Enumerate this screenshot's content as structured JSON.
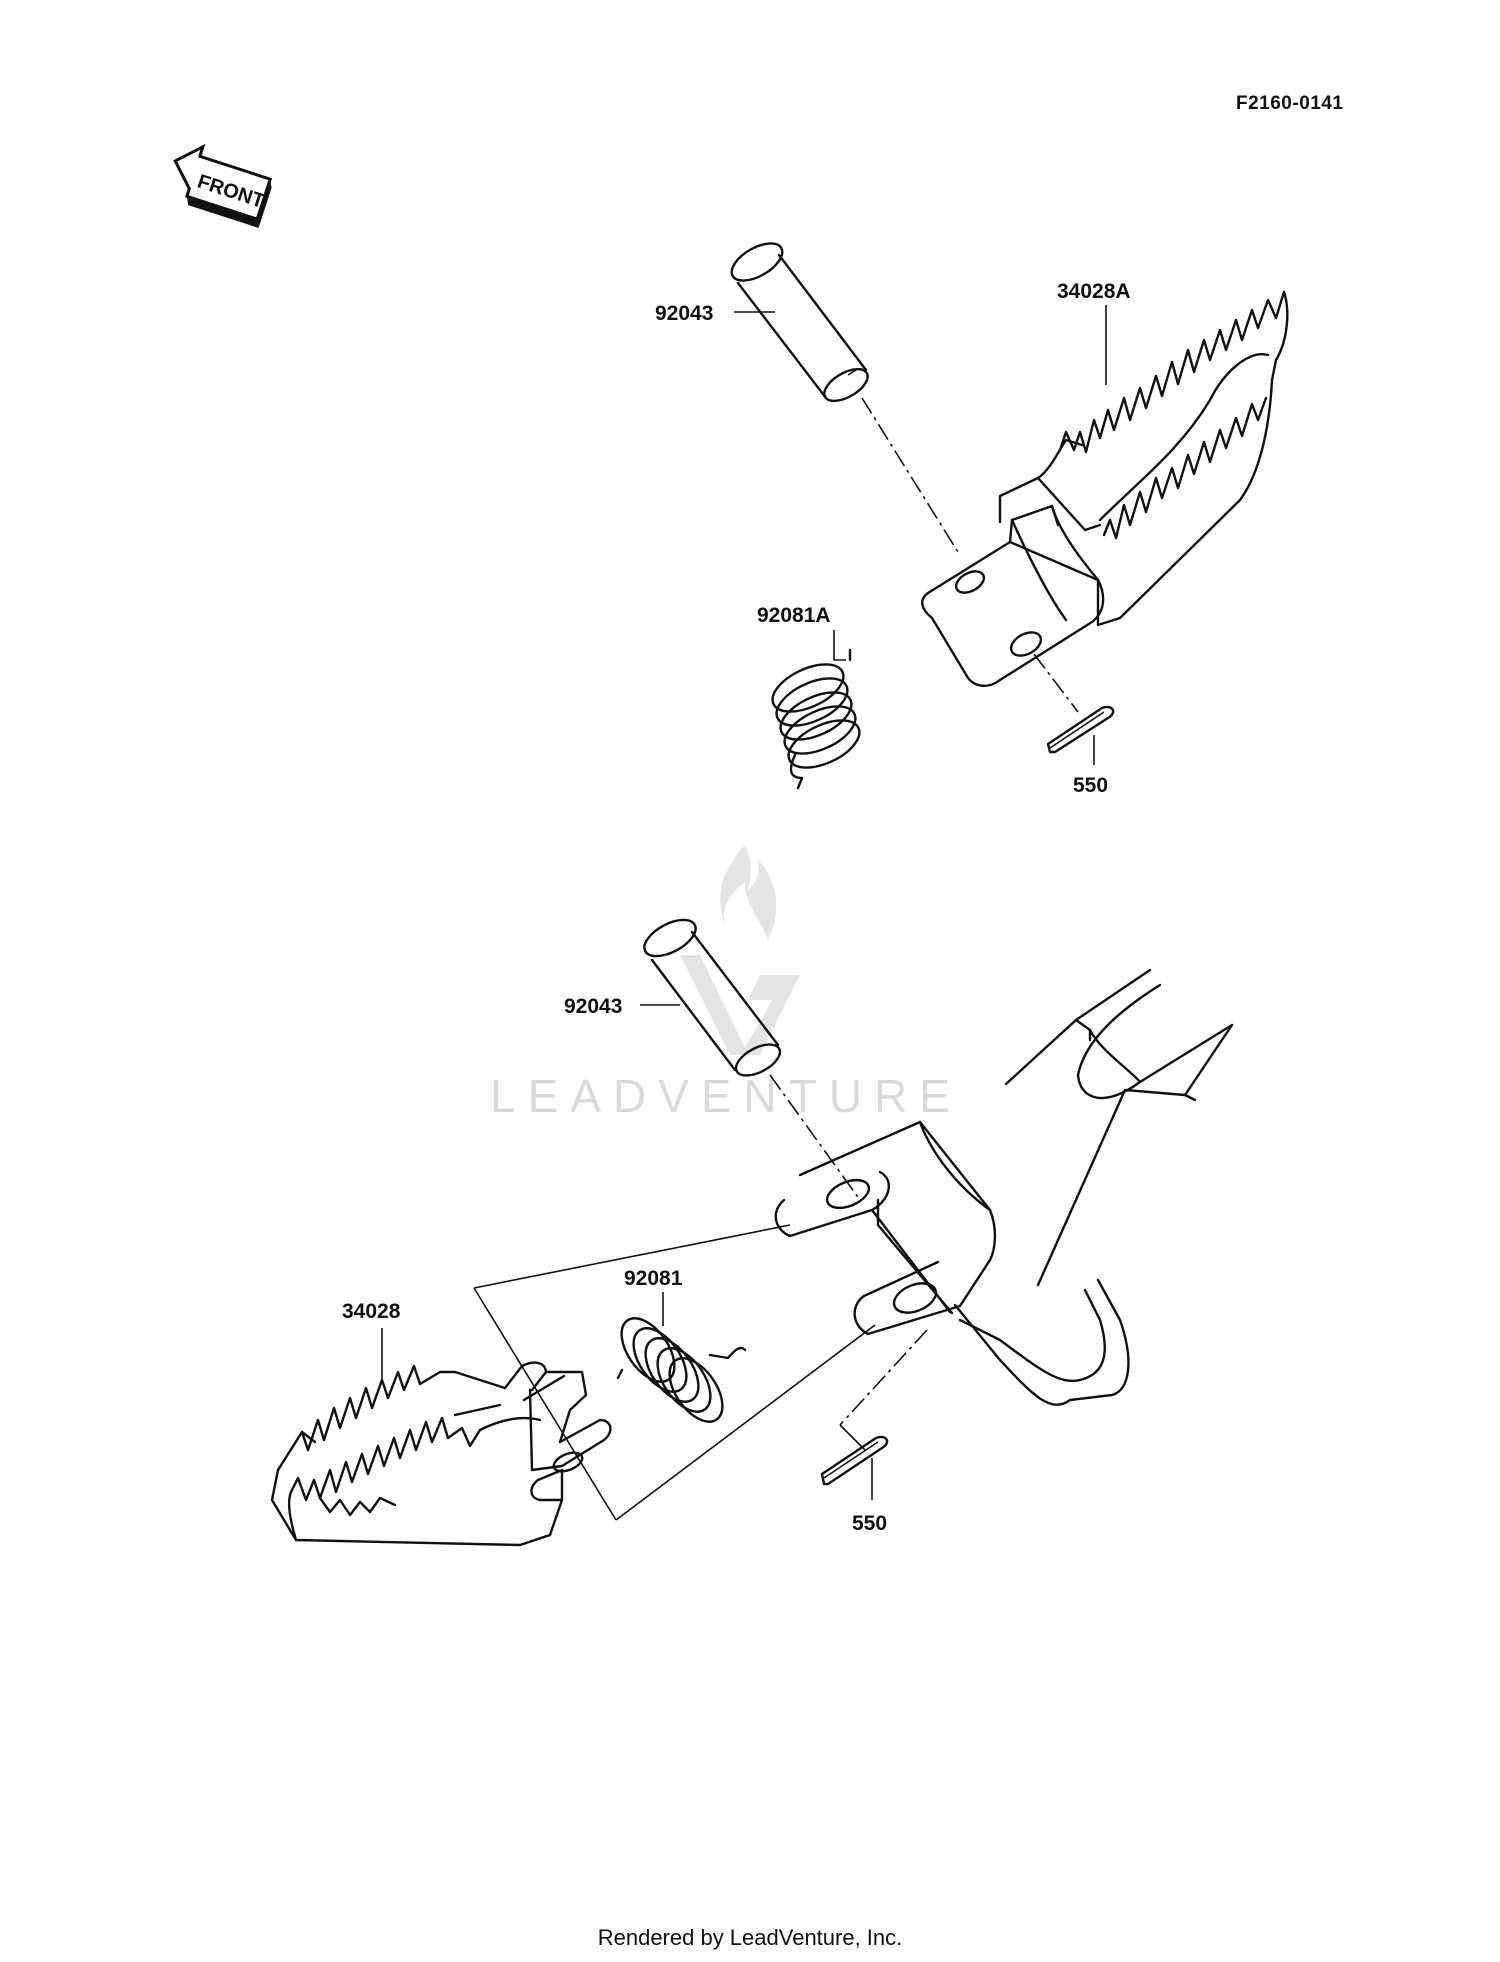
{
  "document": {
    "diagram_id": "F2160-0141",
    "footer": "Rendered by LeadVenture, Inc."
  },
  "orientation": {
    "label": "FRONT",
    "icon": "front-arrow-icon"
  },
  "watermark": {
    "text": "LEADVENTURE",
    "icon": "flame-v-logo"
  },
  "upper_assembly": {
    "pin": "92043",
    "footpeg": "34028A",
    "spring": "92081A",
    "cotter_pin": "550"
  },
  "lower_assembly": {
    "pin": "92043",
    "footpeg": "34028",
    "spring": "92081",
    "cotter_pin": "550"
  }
}
